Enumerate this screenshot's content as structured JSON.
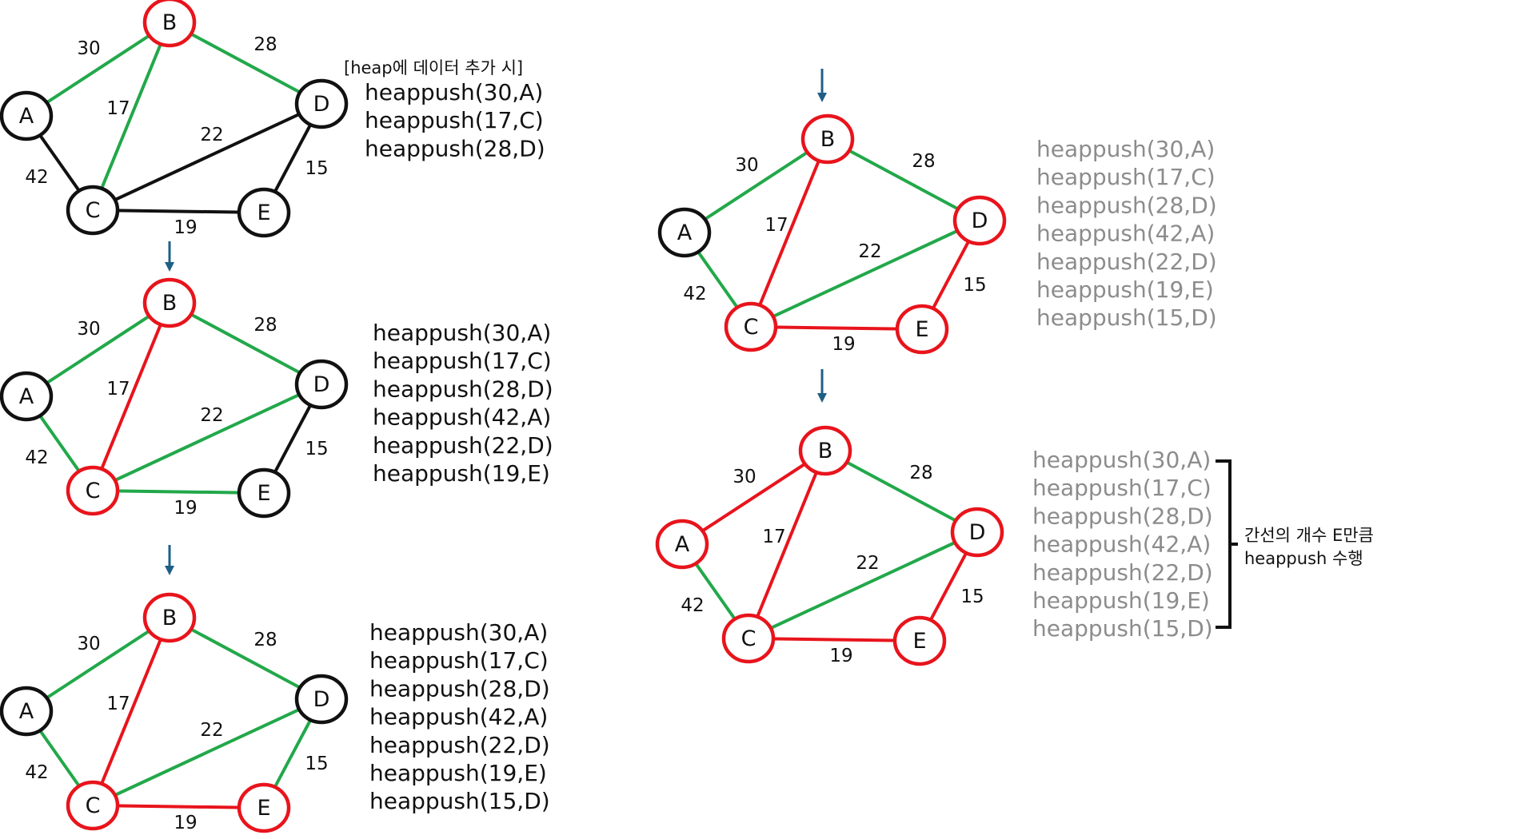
{
  "colors": {
    "green": "#22a84a",
    "red": "#e8141c",
    "black": "#111111",
    "arrow": "#1f5f86",
    "gray_text": "#8c8c8c"
  },
  "caption_insert": "[heap에 데이터 추가 시]",
  "note_line1": "간선의 개수 E만큼",
  "note_line2": "heappush 수행",
  "graphs": [
    {
      "id": "step1",
      "nodes": {
        "A": "black",
        "B": "red",
        "C": "black",
        "D": "black",
        "E": "black"
      },
      "edges": [
        {
          "from": "A",
          "to": "B",
          "w": "30",
          "color": "green"
        },
        {
          "from": "B",
          "to": "D",
          "w": "28",
          "color": "green"
        },
        {
          "from": "B",
          "to": "C",
          "w": "17",
          "color": "green"
        },
        {
          "from": "C",
          "to": "D",
          "w": "22",
          "color": "black"
        },
        {
          "from": "A",
          "to": "C",
          "w": "42",
          "color": "black"
        },
        {
          "from": "D",
          "to": "E",
          "w": "15",
          "color": "black"
        },
        {
          "from": "C",
          "to": "E",
          "w": "19",
          "color": "black"
        }
      ],
      "pushes": [
        "heappush(30,A)",
        "heappush(17,C)",
        "heappush(28,D)"
      ],
      "push_style": "black"
    },
    {
      "id": "step2",
      "nodes": {
        "A": "black",
        "B": "red",
        "C": "red",
        "D": "black",
        "E": "black"
      },
      "edges": [
        {
          "from": "A",
          "to": "B",
          "w": "30",
          "color": "green"
        },
        {
          "from": "B",
          "to": "D",
          "w": "28",
          "color": "green"
        },
        {
          "from": "B",
          "to": "C",
          "w": "17",
          "color": "red"
        },
        {
          "from": "C",
          "to": "D",
          "w": "22",
          "color": "green"
        },
        {
          "from": "A",
          "to": "C",
          "w": "42",
          "color": "green"
        },
        {
          "from": "D",
          "to": "E",
          "w": "15",
          "color": "black"
        },
        {
          "from": "C",
          "to": "E",
          "w": "19",
          "color": "green"
        }
      ],
      "pushes": [
        "heappush(30,A)",
        "heappush(17,C)",
        "heappush(28,D)",
        "heappush(42,A)",
        "heappush(22,D)",
        "heappush(19,E)"
      ],
      "push_style": "black"
    },
    {
      "id": "step3",
      "nodes": {
        "A": "black",
        "B": "red",
        "C": "red",
        "D": "black",
        "E": "red"
      },
      "edges": [
        {
          "from": "A",
          "to": "B",
          "w": "30",
          "color": "green"
        },
        {
          "from": "B",
          "to": "D",
          "w": "28",
          "color": "green"
        },
        {
          "from": "B",
          "to": "C",
          "w": "17",
          "color": "red"
        },
        {
          "from": "C",
          "to": "D",
          "w": "22",
          "color": "green"
        },
        {
          "from": "A",
          "to": "C",
          "w": "42",
          "color": "green"
        },
        {
          "from": "D",
          "to": "E",
          "w": "15",
          "color": "green"
        },
        {
          "from": "C",
          "to": "E",
          "w": "19",
          "color": "red"
        }
      ],
      "pushes": [
        "heappush(30,A)",
        "heappush(17,C)",
        "heappush(28,D)",
        "heappush(42,A)",
        "heappush(22,D)",
        "heappush(19,E)",
        "heappush(15,D)"
      ],
      "push_style": "black"
    },
    {
      "id": "step4",
      "nodes": {
        "A": "black",
        "B": "red",
        "C": "red",
        "D": "red",
        "E": "red"
      },
      "edges": [
        {
          "from": "A",
          "to": "B",
          "w": "30",
          "color": "green"
        },
        {
          "from": "B",
          "to": "D",
          "w": "28",
          "color": "green"
        },
        {
          "from": "B",
          "to": "C",
          "w": "17",
          "color": "red"
        },
        {
          "from": "C",
          "to": "D",
          "w": "22",
          "color": "green"
        },
        {
          "from": "A",
          "to": "C",
          "w": "42",
          "color": "green"
        },
        {
          "from": "D",
          "to": "E",
          "w": "15",
          "color": "red"
        },
        {
          "from": "C",
          "to": "E",
          "w": "19",
          "color": "red"
        }
      ],
      "pushes": [
        "heappush(30,A)",
        "heappush(17,C)",
        "heappush(28,D)",
        "heappush(42,A)",
        "heappush(22,D)",
        "heappush(19,E)",
        "heappush(15,D)"
      ],
      "push_style": "gray"
    },
    {
      "id": "step5",
      "nodes": {
        "A": "red",
        "B": "red",
        "C": "red",
        "D": "red",
        "E": "red"
      },
      "edges": [
        {
          "from": "A",
          "to": "B",
          "w": "30",
          "color": "red"
        },
        {
          "from": "B",
          "to": "D",
          "w": "28",
          "color": "green"
        },
        {
          "from": "B",
          "to": "C",
          "w": "17",
          "color": "red"
        },
        {
          "from": "C",
          "to": "D",
          "w": "22",
          "color": "green"
        },
        {
          "from": "A",
          "to": "C",
          "w": "42",
          "color": "green"
        },
        {
          "from": "D",
          "to": "E",
          "w": "15",
          "color": "red"
        },
        {
          "from": "C",
          "to": "E",
          "w": "19",
          "color": "red"
        }
      ],
      "pushes": [
        "heappush(30,A)",
        "heappush(17,C)",
        "heappush(28,D)",
        "heappush(42,A)",
        "heappush(22,D)",
        "heappush(19,E)",
        "heappush(15,D)"
      ],
      "push_style": "gray"
    }
  ]
}
